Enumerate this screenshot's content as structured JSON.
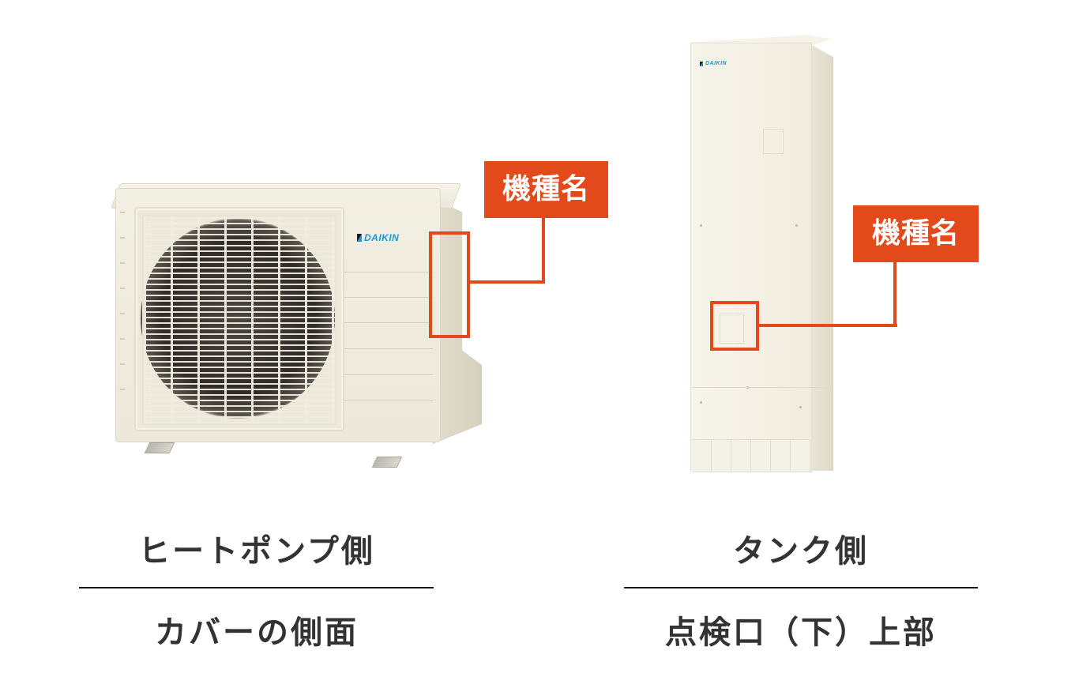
{
  "colors": {
    "accent": "#e24a1b",
    "caption_text": "#333333",
    "divider": "#111111",
    "brand_logo": "#1a9ad6",
    "unit_body": "#f2efe3"
  },
  "heat_pump": {
    "brand_logo": "DAIKIN",
    "callout_label": "機種名",
    "caption_title": "ヒートポンプ側",
    "caption_location": "カバーの側面"
  },
  "tank": {
    "brand_logo": "DAIKIN",
    "callout_label": "機種名",
    "caption_title": "タンク側",
    "caption_location": "点検口（下）上部"
  }
}
